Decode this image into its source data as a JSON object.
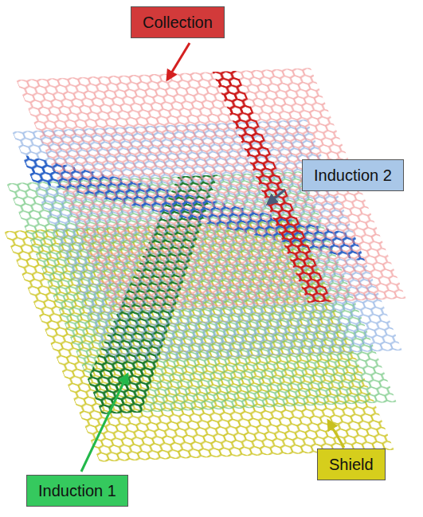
{
  "diagram": {
    "nodes": [
      {
        "text": [
          "Collection"
        ]
      },
      {
        "text": [
          "Induction 2"
        ]
      },
      {
        "text": [
          "Induction 1"
        ]
      },
      {
        "text": [
          "Shield"
        ]
      }
    ]
  }
}
